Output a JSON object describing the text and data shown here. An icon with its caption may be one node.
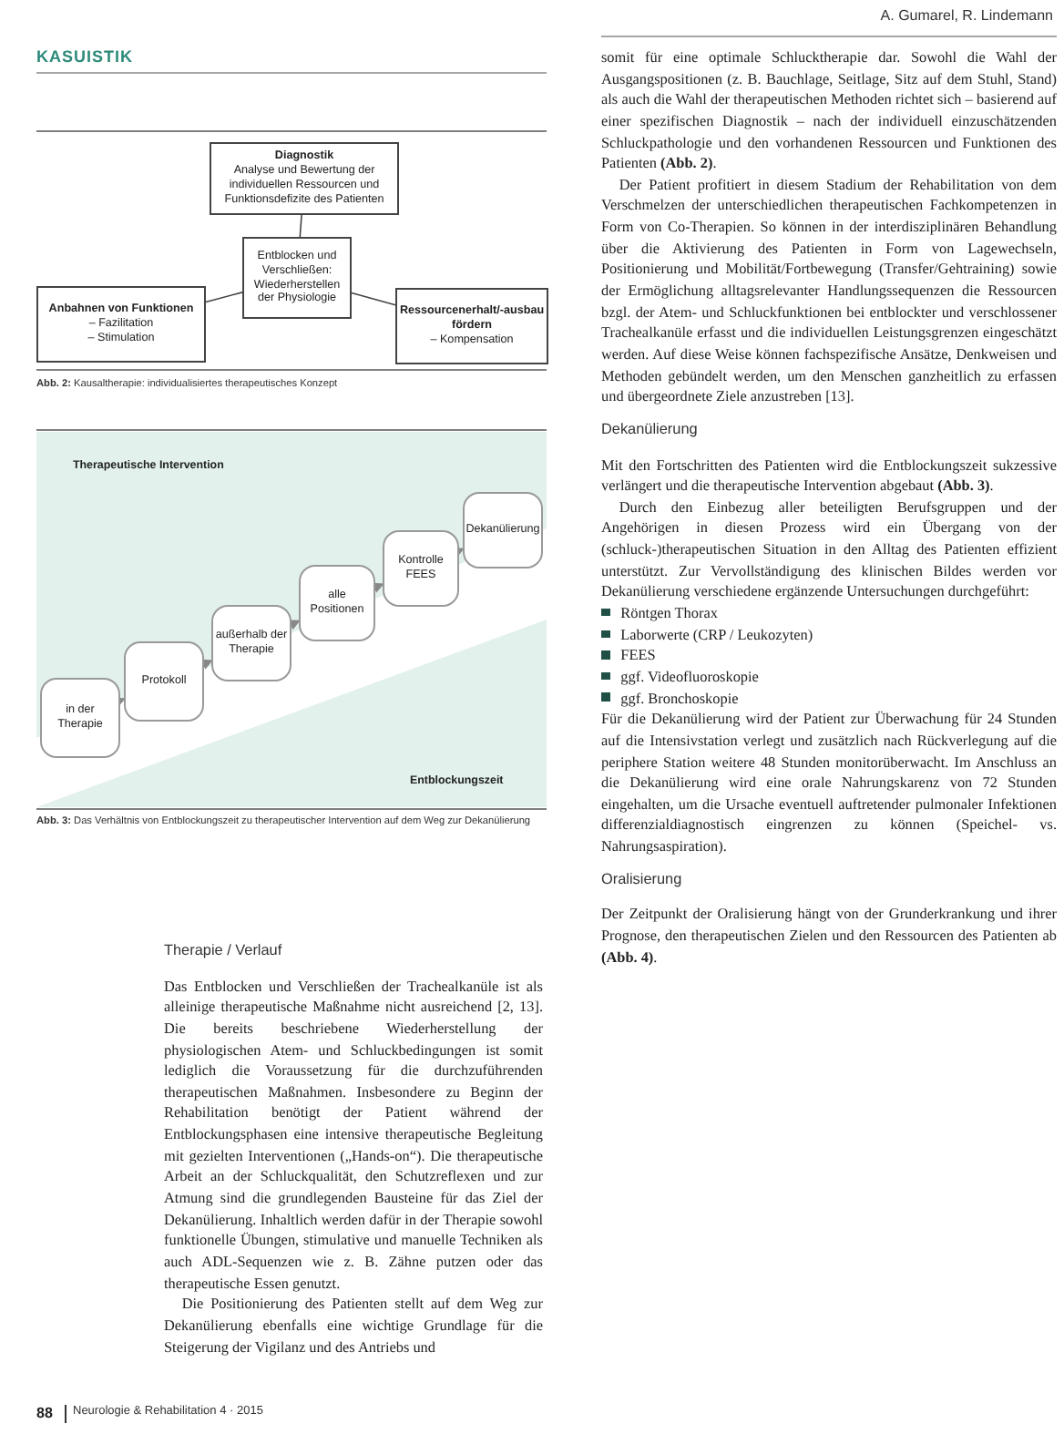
{
  "diagram": {
    "nodes": [
      {
        "text": [
          "Diagnostik",
          "Analyse und Bewertung der individuellen Ressourcen und Funktionsdefizite des Patienten"
        ]
      },
      {
        "text": [
          "Entblocken und Verschließen: Wiederherstellen der Physiologie"
        ]
      },
      {
        "text": [
          "Anbahnen von Funktionen",
          "– Fazilitation",
          "– Stimulation"
        ]
      },
      {
        "text": [
          "Ressourcenerhalt/-ausbau fördern",
          "– Kompensation"
        ]
      },
      {
        "text": [
          "in der Therapie"
        ]
      },
      {
        "text": [
          "Protokoll"
        ]
      },
      {
        "text": [
          "außerhalb der Therapie"
        ]
      },
      {
        "text": [
          "alle Positionen"
        ]
      },
      {
        "text": [
          "Kontrolle FEES"
        ]
      },
      {
        "text": [
          "Dekanülierung"
        ]
      }
    ],
    "edges": [
      {
        "from": 0,
        "to": 1,
        "arrow": "none"
      },
      {
        "from": 1,
        "to": 2,
        "arrow": "none"
      },
      {
        "from": 1,
        "to": 3,
        "arrow": "none"
      },
      {
        "from": 4,
        "to": 5,
        "arrow": "to"
      },
      {
        "from": 5,
        "to": 6,
        "arrow": "to"
      },
      {
        "from": 6,
        "to": 7,
        "arrow": "to"
      },
      {
        "from": 7,
        "to": 8,
        "arrow": "to"
      },
      {
        "from": 8,
        "to": 9,
        "arrow": "to"
      }
    ],
    "labels": [
      "KASUISTIK",
      "A. Gumarel, R. Lindemann",
      "**Abb. 2:** Kausaltherapie: individualisiertes therapeutisches Konzept",
      "Therapeutische Intervention",
      "Entblockungszeit",
      "**Abb. 3:** Das Verhältnis von Entblockungszeit zu therapeutischer Intervention auf dem Weg zur Dekanülierung",
      "Therapie / Verlauf",
      "Das Entblocken und Verschließen der Trachealkanüle ist als alleinige therapeutische Maßnahme nicht ausreichend [2, 13]. Die bereits beschriebene Wiederherstellung der physiologischen Atem- und Schluckbedingungen ist somit lediglich die Voraussetzung für die durchzuführenden therapeutischen Maßnahmen. Insbesondere zu Beginn der Rehabilitation benötigt der Patient während der Entblockungsphasen eine intensive therapeutische Begleitung mit gezielten Interventionen („Hands-on“). Die therapeutische Arbeit an der Schluckqualität, den Schutzreflexen und zur Atmung sind die grundlegenden Bausteine für das Ziel der Dekanülierung. Inhaltlich werden dafür in der Therapie sowohl funktionelle Übungen, stimulative und manuelle Techniken als auch ADL-Sequenzen wie z. B. Zähne putzen oder das therapeutische Essen genutzt.",
      "Die Positionierung des Patienten stellt auf dem Weg zur Dekanülierung ebenfalls eine wichtige Grundlage für die Steigerung der Vigilanz und des Antriebs und",
      "88",
      "Neurologie & Rehabilitation 4 · 2015",
      "somit für eine optimale Schlucktherapie dar. Sowohl die Wahl der Ausgangspositionen (z. B. Bauchlage, Seitlage, Sitz auf dem Stuhl, Stand) als auch die Wahl der therapeutischen Methoden richtet sich – basierend auf einer spezifischen Diagnostik – nach der individuell einzuschätzenden Schluckpathologie und den vorhandenen Ressourcen und Funktionen des Patienten **(Abb. 2)**.",
      "Der Patient profitiert in diesem Stadium der Rehabilitation von dem Verschmelzen der unterschiedlichen therapeutischen Fachkompetenzen in Form von Co-Therapien. So können in der interdisziplinären Behandlung über die Aktivierung des Patienten in Form von Lagewechseln, Positionierung und Mobilität/Fortbewegung (Transfer/Gehtraining) sowie der Ermöglichung alltagsrelevanter Handlungssequenzen die Ressourcen bzgl. der Atem- und Schluckfunktionen bei entblockter und verschlossener Trachealkanüle erfasst und die individuellen Leistungsgrenzen eingeschätzt werden. Auf diese Weise können fachspezifische Ansätze, Denkweisen und Methoden gebündelt werden, um den Menschen ganzheitlich zu erfassen und übergeordnete Ziele anzustreben [13].",
      "Dekanülierung",
      "Mit den Fortschritten des Patienten wird die Entblockungszeit sukzessive verlängert und die therapeutische Intervention abgebaut **(Abb. 3)**.",
      "Durch den Einbezug aller beteiligten Berufsgruppen und der Angehörigen in diesen Prozess wird ein Übergang von der (schluck-)therapeutischen Situation in den Alltag des Patienten effizient unterstützt. Zur Vervollständigung des klinischen Bildes werden vor Dekanülierung verschiedene ergänzende Untersuchungen durchgeführt:",
      "Röntgen Thorax",
      "Laborwerte (CRP / Leukozyten)",
      "FEES",
      "ggf. Videofluoroskopie",
      "ggf. Bronchoskopie",
      "Für die Dekanülierung wird der Patient zur Überwachung für 24 Stunden auf die Intensivstation verlegt und zusätzlich nach Rückverlegung auf die periphere Station weitere 48 Stunden monitorüberwacht. Im Anschluss an die Dekanülierung wird eine orale Nahrungskarenz von 72 Stunden eingehalten, um die Ursache eventuell auftretender pulmonaler Infektionen differenzialdiagnostisch eingrenzen zu können (Speichel- vs. Nahrungsaspiration).",
      "Oralisierung",
      "Der Zeitpunkt der Oralisierung hängt von der Grunderkrankung und ihrer Prognose, den therapeutischen Zielen und den Ressourcen des Patienten ab **(Abb. 4)**."
    ]
  }
}
